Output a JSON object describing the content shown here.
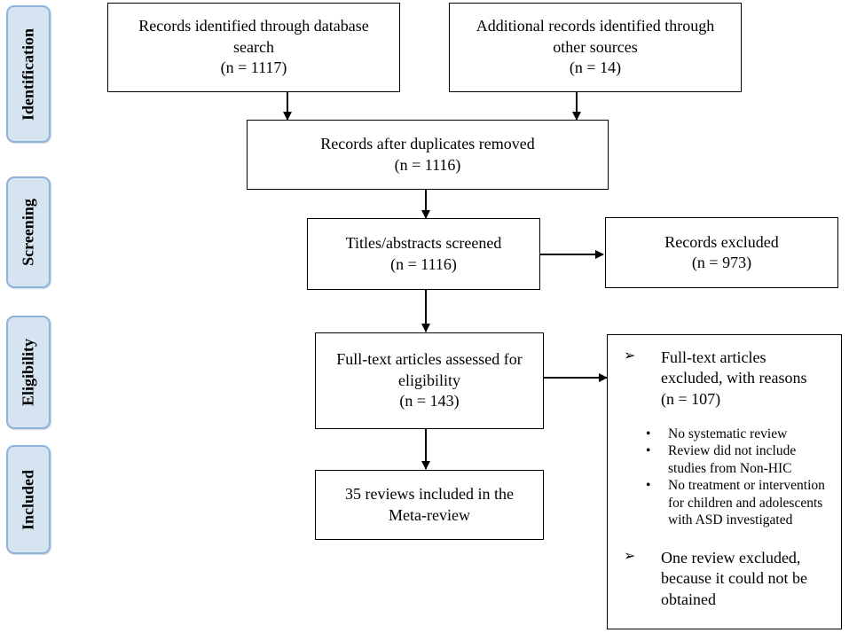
{
  "stages": {
    "identification": "Identification",
    "screening": "Screening",
    "eligibility": "Eligibility",
    "included": "Included"
  },
  "boxes": {
    "database": {
      "line1": "Records identified through database",
      "line2": "search",
      "line3": "(n =  1117)"
    },
    "other": {
      "line1": "Additional records identified through",
      "line2": "other sources",
      "line3": "(n = 14)"
    },
    "dedup": {
      "line1": "Records after duplicates removed",
      "line2": "(n = 1116)"
    },
    "screened": {
      "line1": "Titles/abstracts screened",
      "line2": "(n =  1116)"
    },
    "excluded": {
      "line1": "Records excluded",
      "line2": "(n = 973)"
    },
    "fulltext": {
      "line1": "Full-text articles assessed for",
      "line2": "eligibility",
      "line3": "(n = 143)"
    },
    "included": {
      "line1": "35 reviews included in the",
      "line2": "Meta-review"
    }
  },
  "fulltext_excluded": {
    "heading_line1": "Full-text articles",
    "heading_line2": "excluded, with reasons",
    "heading_line3": "(n = 107)",
    "reasons": [
      "No systematic review",
      "Review did not include studies from Non-HIC",
      "No treatment or intervention for children and adolescents with ASD investigated"
    ],
    "footer_line1": "One review excluded,",
    "footer_line2": "because it could not be",
    "footer_line3": "obtained"
  },
  "glyphs": {
    "arrow_bullet": "➢",
    "dot_bullet": "•"
  }
}
